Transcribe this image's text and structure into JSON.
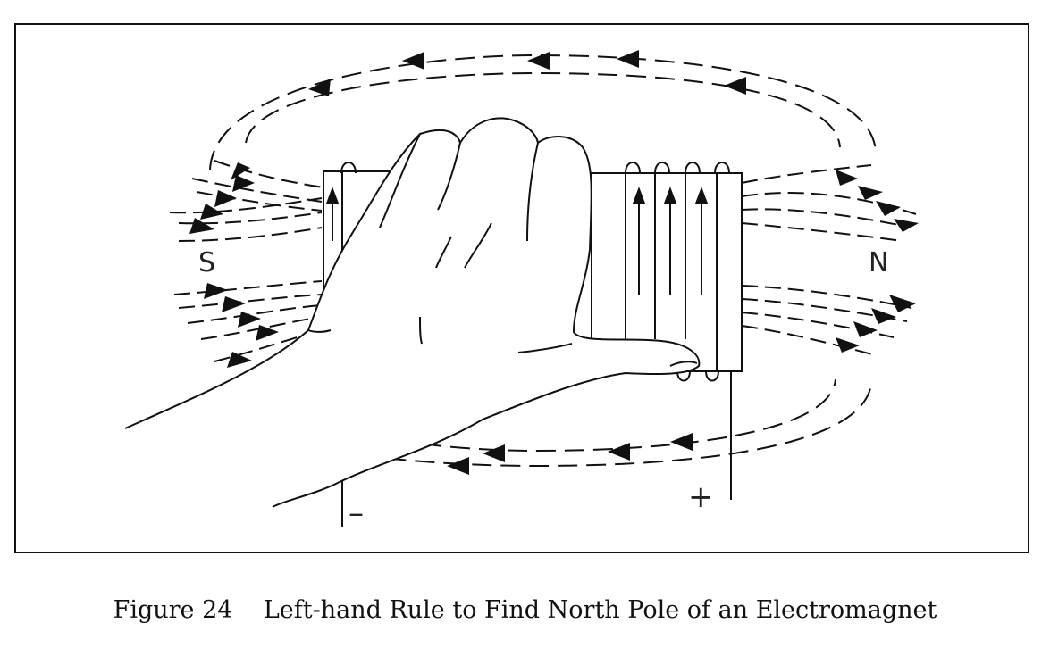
{
  "figure": {
    "number": "Figure 24",
    "title": "Left-hand Rule to Find North Pole of an Electromagnet"
  },
  "diagram": {
    "south_pole_label": "S",
    "north_pole_label": "N",
    "negative_terminal_label": "–",
    "positive_terminal_label": "+"
  },
  "colors": {
    "line": "#111111",
    "background": "#ffffff"
  },
  "icons": [
    "hand-icon",
    "coil-icon",
    "arrow-icon"
  ]
}
